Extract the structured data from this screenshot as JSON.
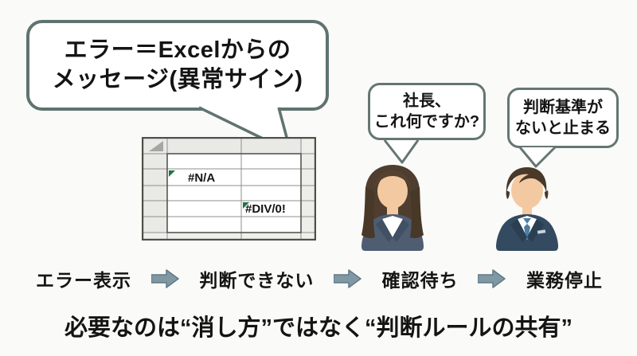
{
  "title_bubble": {
    "line1": "エラー＝Excelからの",
    "line2": "メッセージ(異常サイン)"
  },
  "spreadsheet": {
    "error_values": {
      "na": "#N/A",
      "div0": "#DIV/0!"
    }
  },
  "employee": {
    "bubble_line1": "社長、",
    "bubble_line2": "これ何ですか?"
  },
  "president": {
    "bubble_line1": "判断基準が",
    "bubble_line2": "ないと止まる"
  },
  "flow": {
    "steps": [
      "エラー表示",
      "判断できない",
      "確認待ち",
      "業務停止"
    ]
  },
  "headline": "必要なのは“消し方”ではなく“判断ルールの共有”",
  "icons": {
    "flow_arrow": "block-arrow-right",
    "error_marker": "green-corner-triangle",
    "sheet_corner": "select-all-triangle",
    "speech_tail": "triangle-pointer"
  },
  "colors": {
    "background": "#fafaf8",
    "bubble_border": "#5f7370",
    "arrow_fill": "#7f98a2",
    "error_green": "#217346",
    "suit_navy": "#334a60",
    "blazer_slate": "#4e5d72",
    "text": "#141414"
  }
}
